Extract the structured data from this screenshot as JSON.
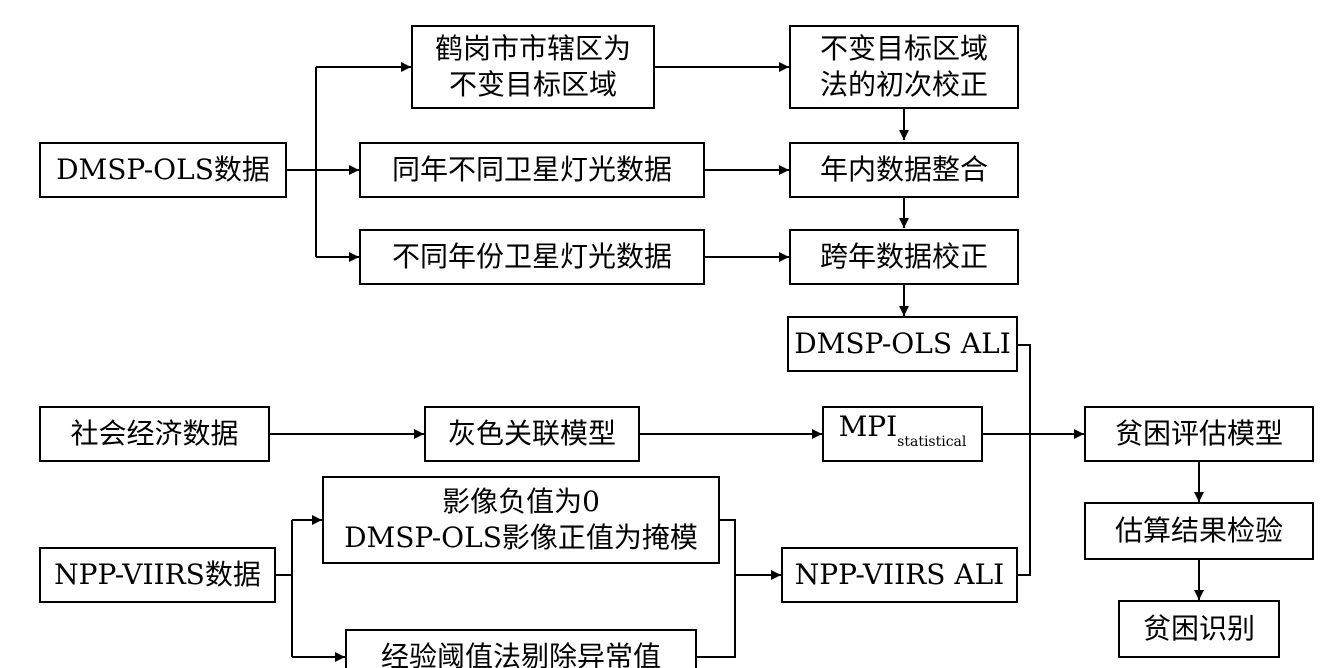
{
  "colors": {
    "stroke": "#000000",
    "background": "#ffffff"
  },
  "nodes": {
    "dmsp_data": "DMSP-OLS数据",
    "hegang_line1": "鹤岗市市辖区为",
    "hegang_line2": "不变目标区域",
    "same_year": "同年不同卫星灯光数据",
    "diff_year": "不同年份卫星灯光数据",
    "pif_line1": "不变目标区域",
    "pif_line2": "法的初次校正",
    "intra_year": "年内数据整合",
    "inter_year": "跨年数据校正",
    "dmsp_ali": "DMSP-OLS ALI",
    "socio": "社会经济数据",
    "grey": "灰色关联模型",
    "mpi_main": "MPI",
    "mpi_sub": "statistical",
    "poverty_model": "贫困评估模型",
    "verify": "估算结果检验",
    "identify": "贫困识别",
    "npp_data": "NPP-VIIRS数据",
    "mask_line1": "影像负值为0",
    "mask_line2": "DMSP-OLS影像正值为掩模",
    "threshold": "经验阈值法剔除异常值",
    "npp_ali": "NPP-VIIRS ALI"
  }
}
